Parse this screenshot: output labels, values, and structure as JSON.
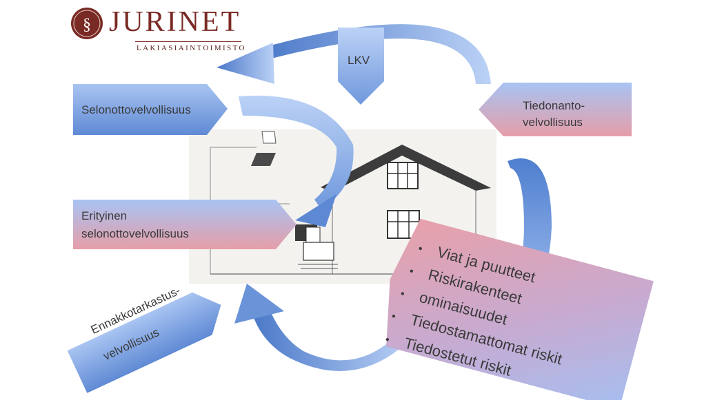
{
  "logo": {
    "name": "JURINET",
    "subtitle": "LAKIASIAINTOIMISTO",
    "emblem": "§",
    "color": "#7a2a24"
  },
  "labels": {
    "selonotto": "Selonottovelvollisuus",
    "lkv": "LKV",
    "tiedonanto_1": "Tiedonanto-",
    "tiedonanto_2": "velvollisuus",
    "erityinen_1": "Erityinen",
    "erityinen_2": "selonottovelvollisuus",
    "ennakko_1": "Ennakkotarkastus-",
    "ennakko_2": "velvollisuus"
  },
  "risks": [
    "Viat ja puutteet",
    "Riskirakenteet",
    "ominaisuudet",
    "Tiedostamattomat riskit",
    "Tiedostetut riskit"
  ],
  "colors": {
    "blue_light": "#b7cdf4",
    "blue_dark": "#4a78c8",
    "pink": "#e6a2ae",
    "text": "#3a3a3a"
  }
}
